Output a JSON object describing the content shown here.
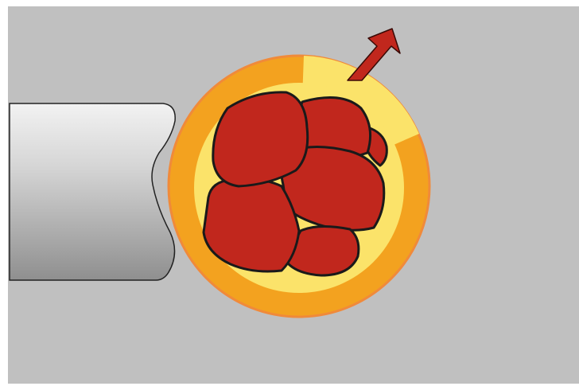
{
  "figure": {
    "subject": "",
    "colors": {
      "background": "#c0c0c0",
      "frame": "#ffffff",
      "shell_outer": "#f3a21f",
      "shell_outer_edge": "#f08a3a",
      "shell_inner": "#fbe36a",
      "cells": "#c1271d",
      "cell_outline": "#1a1a1a",
      "arrow": "#c1271d",
      "pipette_light": "#f2f2f2",
      "pipette_dark": "#8f8f8f"
    },
    "elements": {
      "pipette": "holding-pipette",
      "zona": "zona-pellucida-with-opening",
      "embryo": "multi-cell-embryo",
      "arrow": "hatching-direction-arrow"
    }
  }
}
